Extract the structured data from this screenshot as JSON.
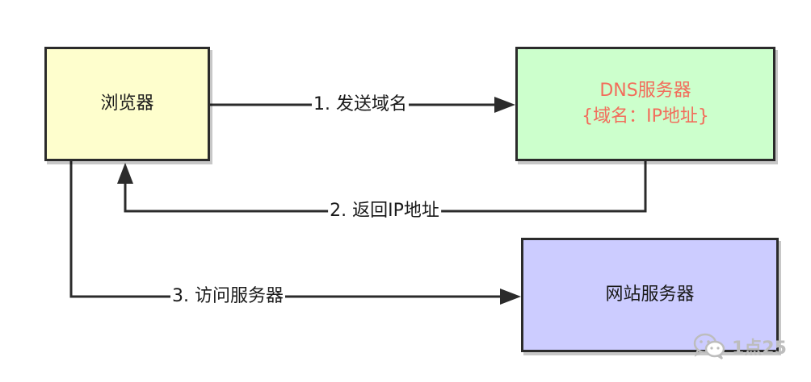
{
  "colors": {
    "browser_fill": "#fefecd",
    "dns_fill": "#ccffcc",
    "web_fill": "#ccccff",
    "dns_text": "#f26d5b",
    "node_text": "#1a1a1a",
    "stroke": "#2b2b2b",
    "watermark": "#bdbdbd"
  },
  "nodes": {
    "browser": {
      "label": "浏览器"
    },
    "dns_server": {
      "line1": "DNS服务器",
      "line2": "{域名：IP地址}"
    },
    "web_server": {
      "label": "网站服务器"
    }
  },
  "edges": [
    {
      "id": "send-domain",
      "label": "1. 发送域名"
    },
    {
      "id": "return-ip",
      "label": "2. 返回IP地址"
    },
    {
      "id": "visit-server",
      "label": "3. 访问服务器"
    }
  ],
  "watermark": {
    "icon": "wechat-icon",
    "text": "1点25"
  }
}
